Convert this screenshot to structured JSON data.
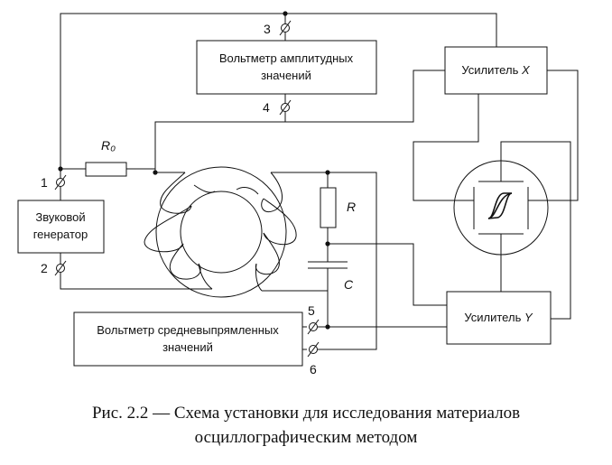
{
  "blocks": {
    "voltmeter_amplitude": [
      "Вольтметр амплитудных",
      "значений"
    ],
    "sound_generator": [
      "Звуковой",
      "генератор"
    ],
    "voltmeter_rectified": [
      "Вольтметр средневыпрямленных",
      "значений"
    ],
    "amp_x_prefix": "Усилитель ",
    "amp_x_axis": "X",
    "amp_y_prefix": "Усилитель ",
    "amp_y_axis": "Y"
  },
  "components": {
    "r0": "R₀",
    "r": "R",
    "c": "C"
  },
  "terminals": [
    "1",
    "2",
    "3",
    "4",
    "5",
    "6"
  ],
  "caption": {
    "line1": "Рис. 2.2  —  Схема установки для исследования материалов",
    "line2": "осциллографическим методом"
  }
}
